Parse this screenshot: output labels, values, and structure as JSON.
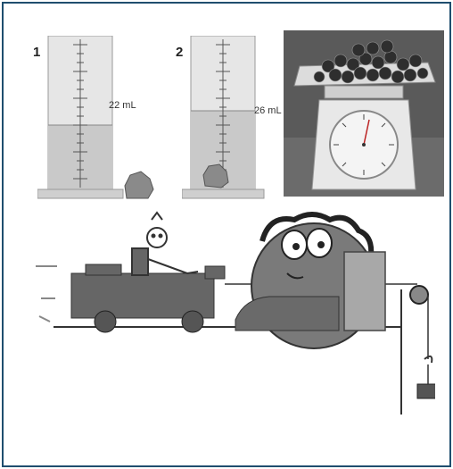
{
  "cylinder_1": {
    "number": "1",
    "volume_label": "22 mL"
  },
  "cylinder_2": {
    "number": "2",
    "volume_label": "26 mL"
  },
  "colors": {
    "frame": "#1f4e6e",
    "liquid": "#c9c9c9",
    "glass": "#e6e6e6",
    "tick": "#555555",
    "photo_bg": "#5a5a5a",
    "cart": "#666666"
  },
  "icons": [
    "graduated-cylinder",
    "rock",
    "kitchen-scale",
    "cart",
    "pulley",
    "hanging-weight"
  ]
}
